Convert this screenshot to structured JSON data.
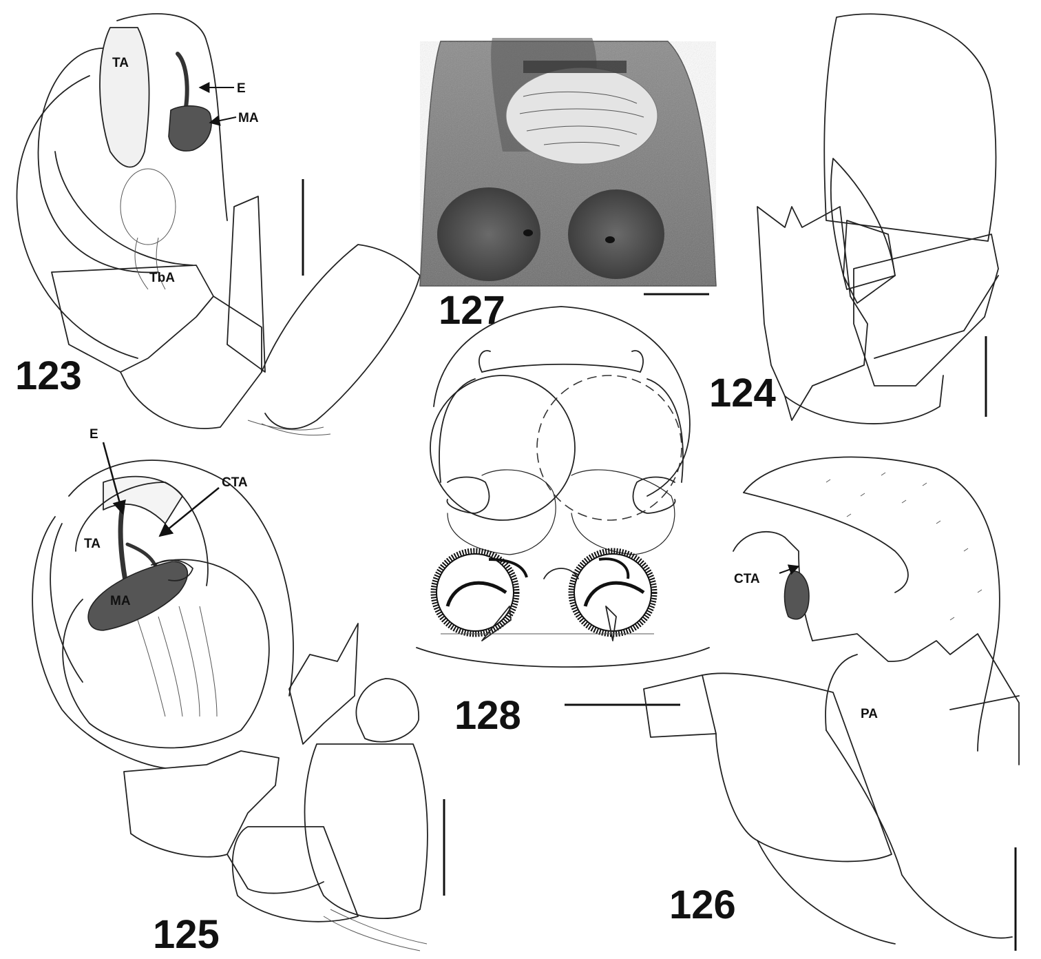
{
  "figures": {
    "f123": {
      "number": "123",
      "labels": {
        "ta": "TA",
        "e": "E",
        "ma": "MA",
        "tba": "TbA"
      }
    },
    "f124": {
      "number": "124"
    },
    "f125": {
      "number": "125",
      "labels": {
        "e": "E",
        "cta": "CTA",
        "ta": "TA",
        "ma": "MA"
      }
    },
    "f126": {
      "number": "126",
      "labels": {
        "cta": "CTA",
        "pa": "PA"
      }
    },
    "f127": {
      "number": "127"
    },
    "f128": {
      "number": "128"
    }
  }
}
